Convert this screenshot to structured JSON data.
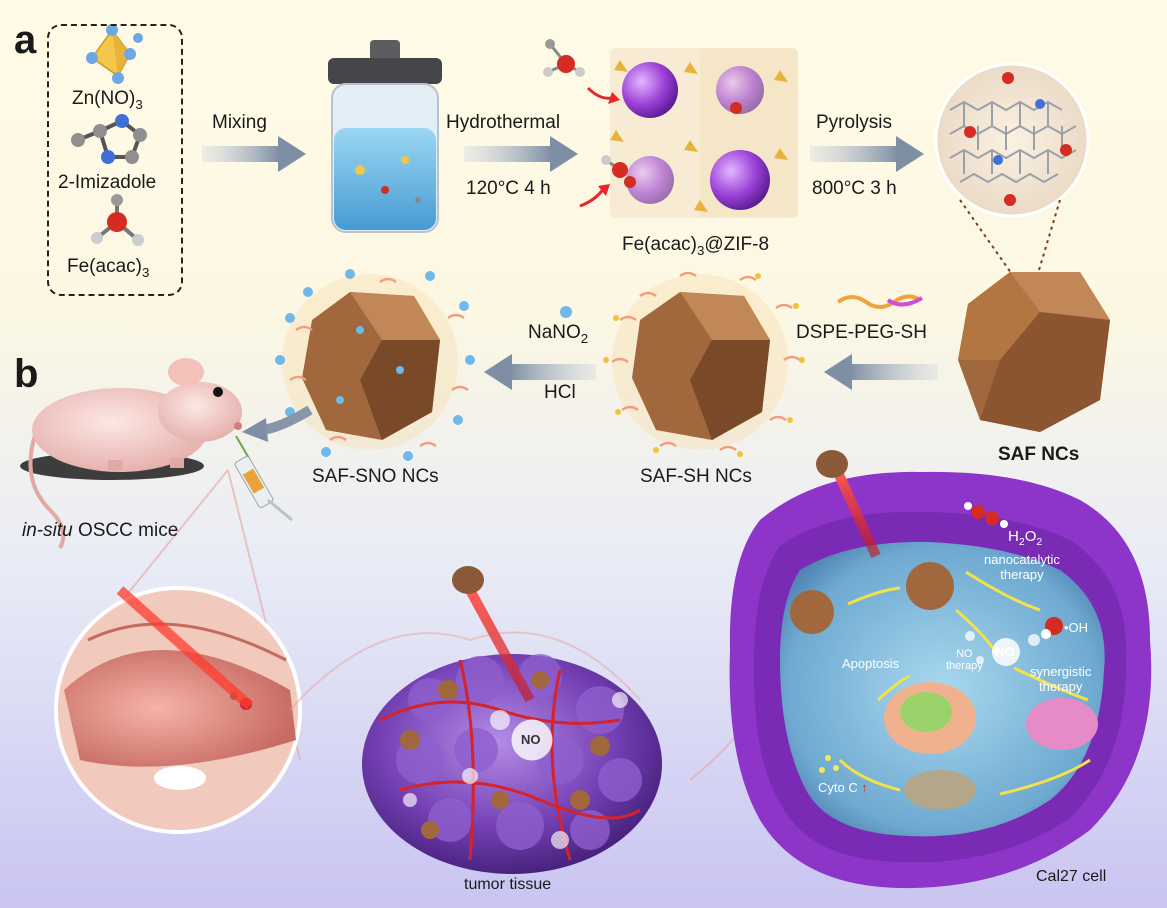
{
  "panels": {
    "a": "a",
    "b": "b"
  },
  "reagents": {
    "zinc": "Zn(NO)",
    "zinc_sub": "3",
    "imidazole": "2-Imizadole",
    "iron": "Fe(acac)",
    "iron_sub": "3"
  },
  "steps": {
    "mixing": "Mixing",
    "hydrothermal": "Hydrothermal",
    "hydrothermal_cond": "120°C 4 h",
    "pyrolysis": "Pyrolysis",
    "pyrolysis_cond": "800°C 3 h",
    "dspe": "DSPE-PEG-SH",
    "nano2": "NaNO",
    "nano2_sub": "2",
    "hcl": "HCl"
  },
  "products": {
    "zif_pre": "Fe(acac)",
    "zif_sub": "3",
    "zif_post": "@ZIF-8",
    "saf": "SAF NCs",
    "saf_sh": "SAF-SH NCs",
    "saf_sno": "SAF-SNO NCs"
  },
  "model": {
    "mice_italic": "in-situ",
    "mice_rest": " OSCC mice",
    "tumor": "tumor tissue",
    "cell": "Cal27 cell"
  },
  "cell_labels": {
    "h2o2_h": "H",
    "h2o2_2a": "2",
    "h2o2_o": "O",
    "h2o2_2b": "2",
    "nanocat1": "nanocatalytic",
    "nanocat2": "therapy",
    "oh": "•OH",
    "no": "NO",
    "no_therapy1": "NO",
    "no_therapy2": "therapy",
    "apoptosis": "Apoptosis",
    "syn1": "synergistic",
    "syn2": "therapy",
    "cytoc": "Cyto C",
    "tumor_no": "NO"
  },
  "colors": {
    "arrow": "#8796aa",
    "saf_cube": "#a0683c",
    "cell_membrane": "#8d35c9",
    "tumor": "#7a3fb4",
    "laser": "#e8262a"
  }
}
